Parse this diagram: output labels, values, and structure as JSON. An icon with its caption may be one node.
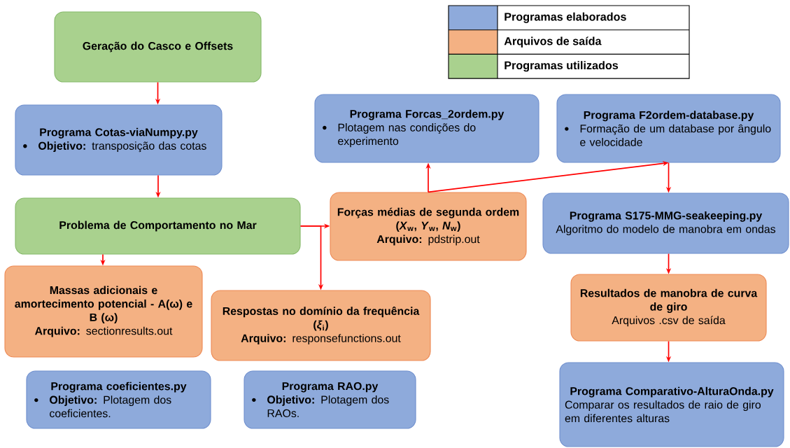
{
  "diagram": {
    "nodes": [
      {
        "text": [
          "Geração do Casco e Offsets"
        ]
      },
      {
        "text": [
          "Programa Cotas-viaNumpy.py",
          "**Objetivo:** transposição das cotas"
        ]
      },
      {
        "text": [
          "Programa Forcas_2ordem.py",
          "Plotagem nas condições do experimento"
        ]
      },
      {
        "text": [
          "Programa F2ordem-database.py",
          "Formação de um database por ângulo e velocidade"
        ]
      },
      {
        "text": [
          "Problema de Comportamento no Mar"
        ]
      },
      {
        "text": [
          "Forças médias de segunda ordem (*X*$_{w}$, *Y*$_{w}$, *N*$_{w}$)",
          "**Arquivo:** pdstrip.out"
        ]
      },
      {
        "text": [
          "Programa S175-MMG-seakeeping.py",
          "Algoritmo do modelo de manobra em ondas"
        ]
      },
      {
        "text": [
          "Massas adicionais e amortecimento potencial - A(ω) e B (ω)",
          "**Arquivo:** sectionresults.out"
        ]
      },
      {
        "text": [
          "Respostas no domínio da frequência (*ξ*$_{i}$)",
          "**Arquivo:** responsefunctions.out"
        ]
      },
      {
        "text": [
          "Resultados de manobra de curva de giro",
          "Arquivos .csv de saída"
        ]
      },
      {
        "text": [
          "Programa coeficientes.py",
          "**Objetivo:** Plotagem dos coeficientes."
        ]
      },
      {
        "text": [
          "Programa RAO.py",
          "**Objetivo:** Plotagem dos RAOs."
        ]
      },
      {
        "text": [
          "Programa Comparativo-AlturaOnda.py",
          "Comparar os resultados de raio de giro em diferentes alturas"
        ]
      }
    ],
    "edges": [
      {
        "from": 0,
        "to": 1,
        "arrow": "to"
      },
      {
        "from": 1,
        "to": 4,
        "arrow": "to"
      },
      {
        "from": 4,
        "to": 5,
        "arrow": "to"
      },
      {
        "from": 4,
        "to": 8,
        "arrow": "to"
      },
      {
        "from": 4,
        "to": 7,
        "arrow": "to"
      },
      {
        "from": 5,
        "to": 2,
        "arrow": "to"
      },
      {
        "from": 5,
        "to": 3,
        "arrow": "to"
      },
      {
        "from": 3,
        "to": 6,
        "arrow": "to"
      },
      {
        "from": 6,
        "to": 9,
        "arrow": "to"
      },
      {
        "from": 9,
        "to": 12,
        "arrow": "to"
      }
    ],
    "legend": [
      {
        "text": "Programas elaborados",
        "color": "#8eaadb"
      },
      {
        "text": "Arquivos de saída",
        "color": "#f4b183"
      },
      {
        "text": "Programas utilizados",
        "color": "#a9d18e"
      }
    ]
  }
}
